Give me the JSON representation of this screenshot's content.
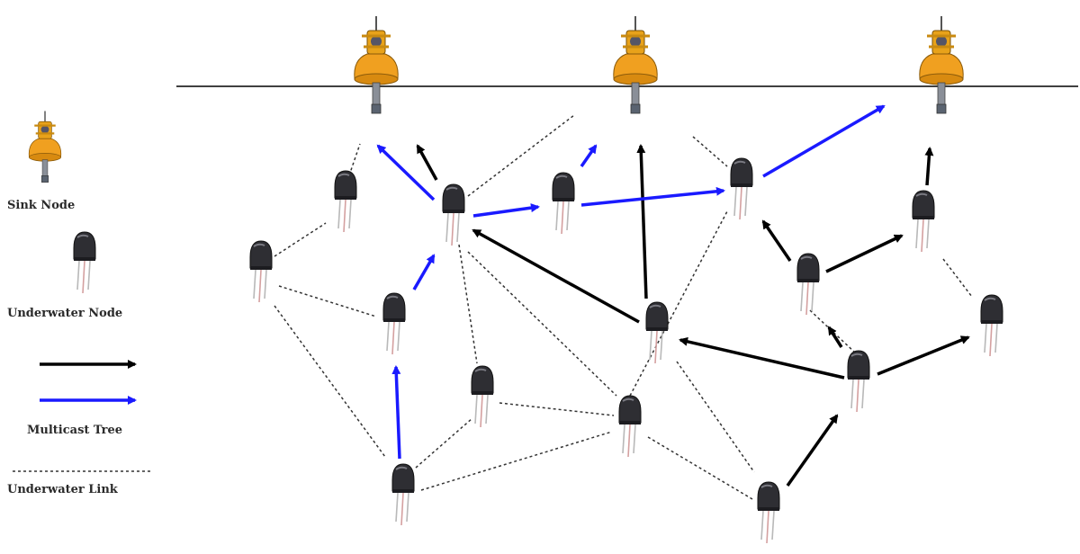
{
  "legend": {
    "sink_label": "Sink Node",
    "underwater_label": "Underwater Node",
    "multicast_label": "Multicast Tree",
    "link_label": "Underwater Link"
  },
  "colors": {
    "background": "#ffffff",
    "surface_line": "#000000",
    "multicast_blue": "#1a1aff",
    "tree_black": "#000000",
    "link_dotted": "#333333",
    "buoy_orange": "#f0a020",
    "sensor_head": "#2b2b2b",
    "sensor_leads": "#c06060"
  },
  "icons": {
    "sink": "buoy-icon",
    "underwater": "sensor-node-icon"
  }
}
